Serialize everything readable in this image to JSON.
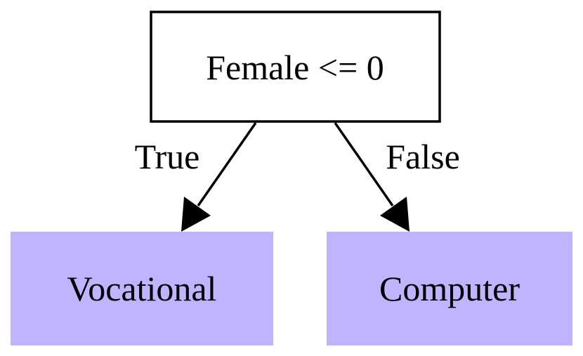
{
  "diagram": {
    "root": {
      "label": "Female <= 0",
      "fill": "#ffffff",
      "stroke": "#000000"
    },
    "left_leaf": {
      "label": "Vocational",
      "fill": "#c0b3ff"
    },
    "right_leaf": {
      "label": "Computer",
      "fill": "#c0b3ff"
    },
    "edges": {
      "left_label": "True",
      "right_label": "False",
      "color": "#000000"
    }
  }
}
